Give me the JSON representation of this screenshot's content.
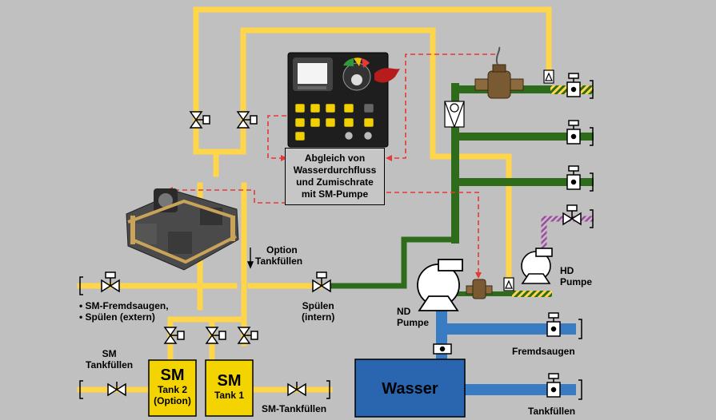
{
  "control_box": {
    "line1": "Abgleich von",
    "line2": "Wasserdurchfluss",
    "line3": "und Zumischrate",
    "line4": "mit SM-Pumpe"
  },
  "labels": {
    "option_line1": "Option",
    "option_line2": "Tankfüllen",
    "sm_fremd_line1": "• SM-Fremdsaugen,",
    "sm_fremd_line2": "• Spülen (extern)",
    "spuelen_line1": "Spülen",
    "spuelen_line2": "(intern)",
    "nd_line1": "ND",
    "nd_line2": "Pumpe",
    "hd_line1": "HD",
    "hd_line2": "Pumpe",
    "sm_tank_line1": "SM",
    "sm_tank_line2": "Tankfüllen",
    "fremdsaugen": "Fremdsaugen",
    "tankfuellen": "Tankfüllen",
    "sm_tankfuellen": "SM-Tankfüllen"
  },
  "tanks": {
    "tank2_title": "SM",
    "tank2_sub1": "Tank 2",
    "tank2_sub2": "(Option)",
    "tank1_title": "SM",
    "tank1_sub1": "Tank 1",
    "water": "Wasser"
  },
  "colors": {
    "background": "#c0c0c0",
    "additive_line": "#ffd54a",
    "water_pressure_line": "#2e6b1a",
    "suction_line": "#3a7cc4",
    "hd_line": "#8a5a8a",
    "signal_line": "#e53935",
    "sm_tank": "#f3d400",
    "water_tank": "#2a66b0"
  },
  "icons": [
    "valve-icon",
    "motor-valve-icon",
    "flow-meter-icon",
    "pump-icon",
    "check-valve-icon",
    "controller-panel-icon",
    "dosing-pump-icon"
  ]
}
